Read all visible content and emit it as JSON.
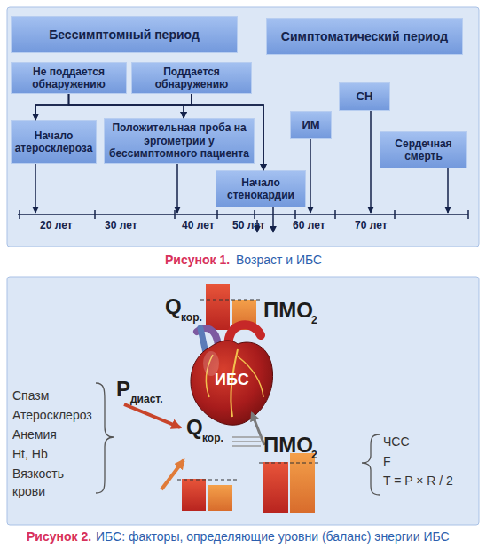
{
  "diagram": {
    "nodes": [
      {
        "text": [
          "Бессимптомный период"
        ]
      },
      {
        "text": [
          "Симптоматический период"
        ]
      },
      {
        "text": [
          "Не поддается обнаружению"
        ]
      },
      {
        "text": [
          "Поддается обнаружению"
        ]
      },
      {
        "text": [
          "Начало атеросклероза"
        ]
      },
      {
        "text": [
          "Положительная проба на эргометрии у бессимптомного пациента"
        ]
      },
      {
        "text": [
          "Начало стенокардии"
        ]
      },
      {
        "text": [
          "ИМ"
        ]
      },
      {
        "text": [
          "СН"
        ]
      },
      {
        "text": [
          "Сердечная смерть"
        ]
      }
    ],
    "edges": [
      {
        "from": 2,
        "to": 4,
        "arrow": "to"
      },
      {
        "from": 2,
        "to": 5,
        "arrow": "to"
      },
      {
        "from": 2,
        "to": 6,
        "arrow": "to"
      },
      {
        "from": 3,
        "to": 4,
        "arrow": "to"
      },
      {
        "from": 3,
        "to": 5,
        "arrow": "to"
      },
      {
        "from": 3,
        "to": 6,
        "arrow": "to"
      }
    ],
    "labels": [
      "20 лет",
      "30 лет",
      "40 лет",
      "50 лет",
      "60 лет",
      "70 лет",
      "Рисунок 1.",
      "Возраст и ИБС",
      "Q",
      "кор.",
      "ПМО",
      "2",
      "ИБС",
      "Спазм",
      "Атеросклероз",
      "Анемия",
      "Ht, Hb",
      "Вязкость крови",
      "P",
      "диаст.",
      "Q",
      "кор.",
      "ПМО",
      "2",
      "ЧСС",
      "F",
      "T = P × R / 2",
      "Рисунок 2.",
      "ИБС: факторы, определяющие уровни (баланс) энергии ИБС"
    ]
  }
}
